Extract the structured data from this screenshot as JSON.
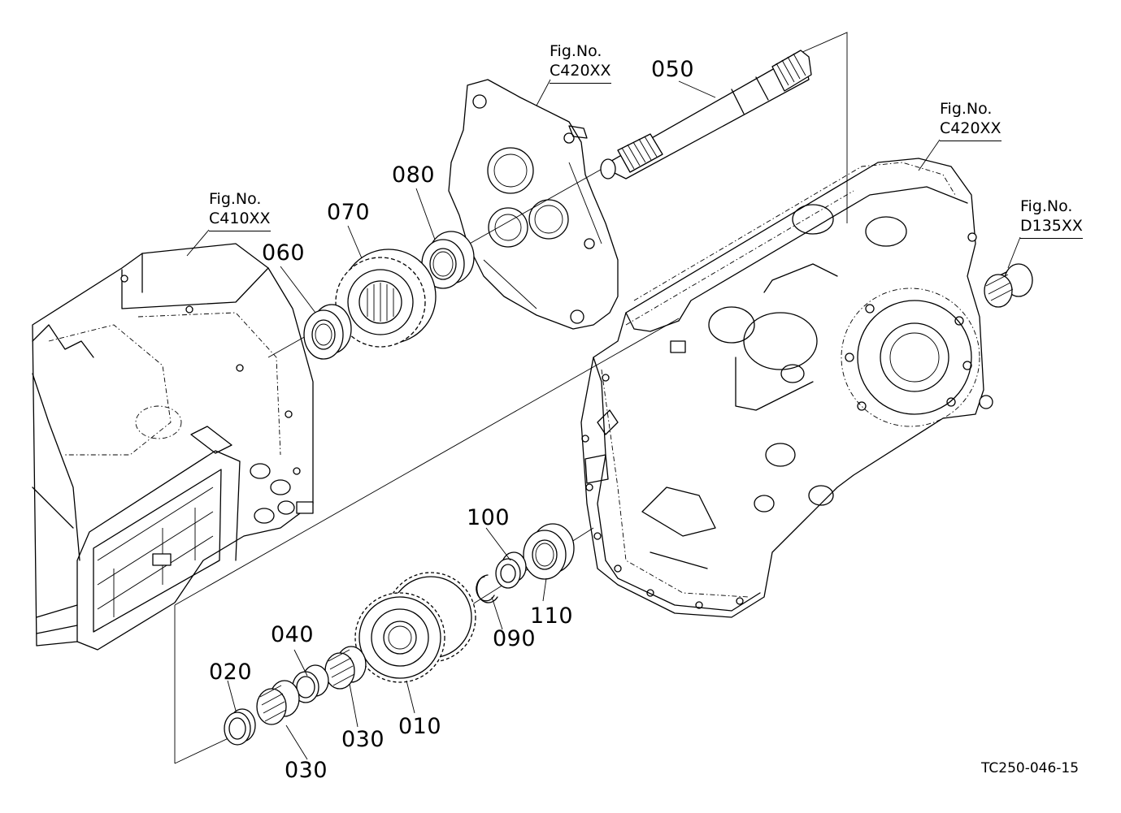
{
  "document_id": "TC250-046-15",
  "figure_refs": [
    {
      "id": "fig-c410",
      "prefix": "Fig.No.",
      "code": "C410XX"
    },
    {
      "id": "fig-c420-upper",
      "prefix": "Fig.No.",
      "code": "C420XX"
    },
    {
      "id": "fig-c420-right",
      "prefix": "Fig.No.",
      "code": "C420XX"
    },
    {
      "id": "fig-d135",
      "prefix": "Fig.No.",
      "code": "D135XX"
    }
  ],
  "part_labels": [
    "050",
    "080",
    "070",
    "060",
    "100",
    "110",
    "090",
    "040",
    "020",
    "030",
    "010",
    "030"
  ],
  "parts": [
    {
      "number": "010",
      "name_icon": "double-gear-icon"
    },
    {
      "number": "020",
      "name_icon": "thrust-collar-icon"
    },
    {
      "number": "030",
      "name_icon": "needle-bearing-icon"
    },
    {
      "number": "040",
      "name_icon": "spacer-collar-icon"
    },
    {
      "number": "050",
      "name_icon": "splined-shaft-icon"
    },
    {
      "number": "060",
      "name_icon": "ball-bearing-icon"
    },
    {
      "number": "070",
      "name_icon": "spur-gear-icon"
    },
    {
      "number": "080",
      "name_icon": "ball-bearing-icon"
    },
    {
      "number": "090",
      "name_icon": "snap-ring-icon"
    },
    {
      "number": "100",
      "name_icon": "collar-icon"
    },
    {
      "number": "110",
      "name_icon": "ball-bearing-icon"
    }
  ]
}
